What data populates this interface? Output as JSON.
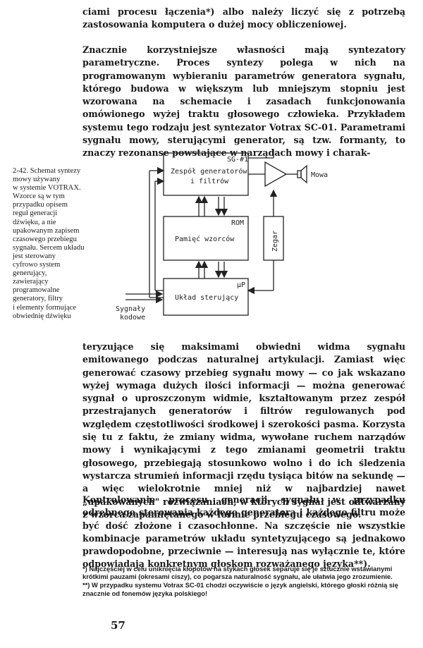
{
  "paragraphs": {
    "p1": "ciami procesu łączenia*) albo należy liczyć się z potrzebą zastosowania komputera o dużej mocy obliczeniowej.",
    "p2": "Znacznie korzystniejsze własności mają syntezatory parametryczne. Proces syntezy polega w nich na programowanym wybieraniu parametrów generatora sygnału, którego budowa w większym lub mniejszym stopniu jest wzorowana na schemacie i zasadach funkcjonowania omówionego wyżej traktu głosowego człowieka. Przykładem systemu tego rodzaju jest syntezator Votrax SC-01. Parametrami sygnału mowy, sterującymi generator, są tzw. formanty, to znaczy rezonanse powstające w narządach mowy i charak-",
    "p3": "teryzujące się maksimami obwiedni widma sygnału emitowanego podczas naturalnej artykulacji. Zamiast więc generować czasowy przebieg sygnału mowy — co jak wskazano wyżej wymaga dużych ilości informacji — można generować sygnał o uproszczonym widmie, kształtowanym przez zespół przestrajanych generatorów i filtrów regulowanych pod względem częstotliwości środkowej i szerokości pasma. Korzysta się tu z faktu, że zmiany widma, wywołane ruchem narządów mowy i wynikającymi z tego zmianami geometrii traktu głosowego, przebiegają stosunkowo wolno i do ich śledzenia wystarcza strumień informacji rzędu tysiąca bitów na sekundę — a więc wielokrotnie mniej niż w najbardziej nawet „upakowanych\" rozwiązaniach, w których sygnał jest odtwarzany z wzorca zapamiętanego w formie przebiegu czasowego.",
    "p4": "Kontrolowanie procesu generacji sygnału w przypadku odrębnego sterowania każdego generatora i każdego filtru może być dość złożone i czasochłonne. Na szczęście nie wszystkie kombinacje parametrów układu syntetyzującego są jednakowo prawdopodobne, przeciwnie — interesują nas wyłącznie te, które odpowiadają konkretnym głoskom rozważanego języka**)."
  },
  "caption": {
    "number": "2-42.",
    "lines": [
      "2-42. Schemat syntezy",
      "mowy używany",
      "w systemie VOTRAX.",
      "Wzorce są w tym",
      "przypadku opisem",
      "reguł generacji",
      "dźwięku, a nie",
      "upakowanym zapisem",
      "czasowego przebiegu",
      "sygnału. Sercem układu",
      "jest sterowany",
      "cyfrowo system",
      "generujący,",
      "zawierający",
      "programowalne",
      "generatory, filtry",
      "i elementy formujące",
      "obwiednię dźwięku"
    ]
  },
  "diagram": {
    "sg_label": "SG-#1",
    "generator_label_1": "Zespół generatorów",
    "generator_label_2": "i filtrów",
    "rom_tag": "ROM",
    "rom_label": "Pamięć wzorców",
    "clock_label": "Zegar",
    "up_tag": "μP",
    "control_label": "Układ sterujący",
    "input_label_1": "Sygnały",
    "input_label_2": "kodowe",
    "output_label": "Mowa"
  },
  "footnotes": {
    "f1": "*) Najczęściej w celu uniknięcia kłopotów na stykach głosek separuje się je sztucznie wstawianymi krótkimi pauzami (okresami ciszy), co pogarsza naturalność sygnału, ale ułatwia jego zrozumienie.",
    "f2": "**) W przypadku systemu Votrax SC-01 chodzi oczywiście o język angielski, którego głoski różnią się znacznie od fonemów języka polskiego!"
  },
  "page_number": "57"
}
